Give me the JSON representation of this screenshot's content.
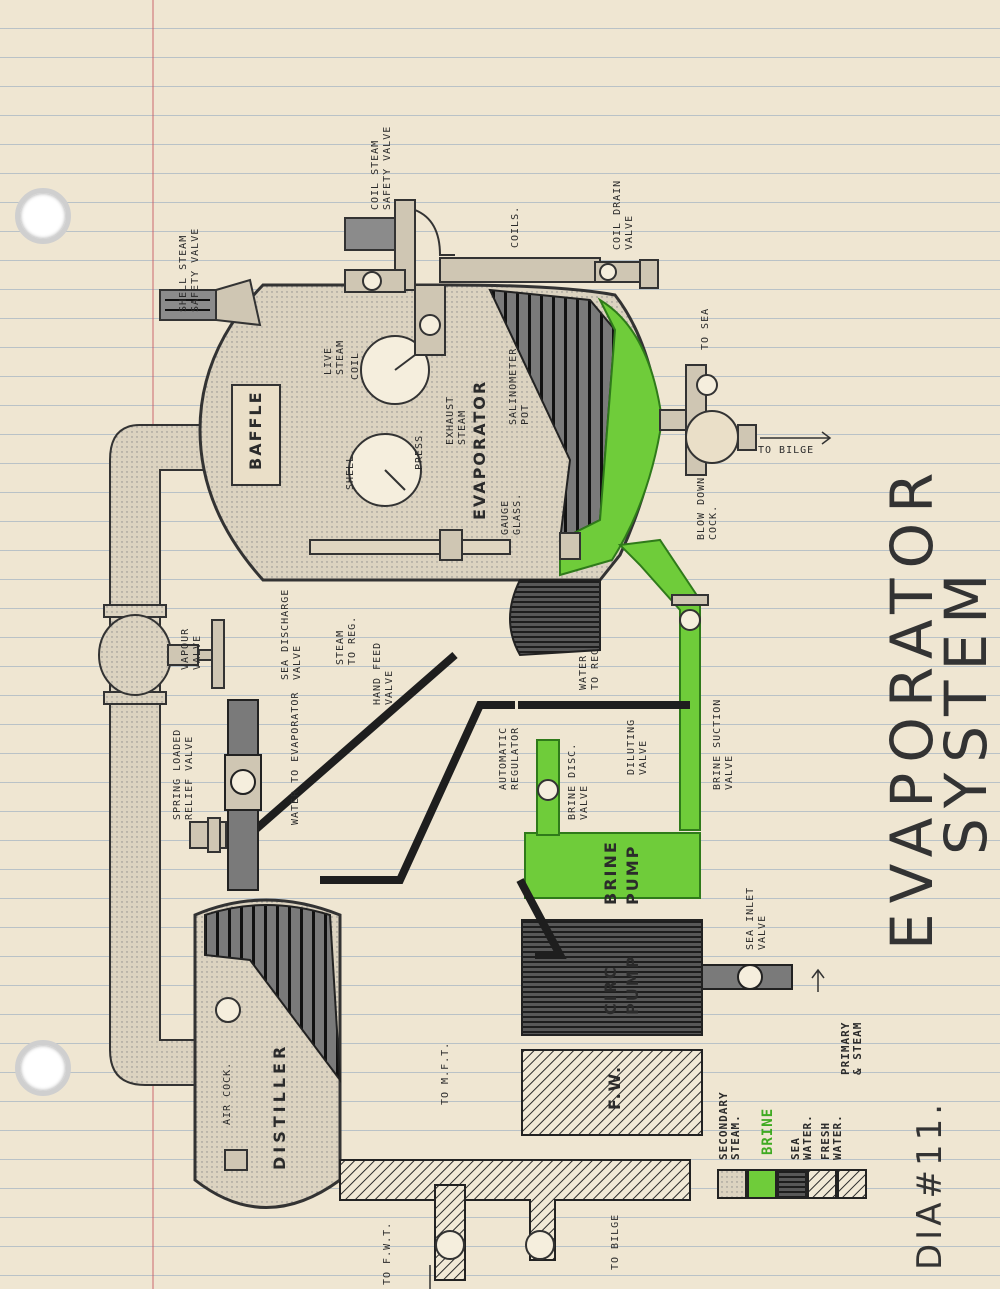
{
  "title": {
    "line1": "EVAPORATOR",
    "line2": "SYSTEM"
  },
  "diagram_number": "DIA#11.",
  "colors": {
    "brine": "#6fcc3a",
    "sea_water": "#2a2a2a",
    "paper": "#efe6d2",
    "rule_lines": "#789bb9"
  },
  "icons": [
    "gauge-icon",
    "valve-icon",
    "spring-relief-icon",
    "arrow-icon",
    "punch-hole"
  ],
  "labels": {
    "shell_steam_safety_valve": "SHELL STEAM\nSAFETY VALVE",
    "coil_steam_safety_valve": "COIL STEAM\nSAFETY VALVE",
    "coil_drain_valve": "COIL DRAIN\nVALVE",
    "coils": "COILS.",
    "live_steam": "LIVE\nSTEAM",
    "coil_gauge": "COIL",
    "press": "PRESS.",
    "exhaust_steam": "EXHAUST\nSTEAM",
    "shell_gauge": "SHELL",
    "evaporator": "EVAPORATOR",
    "salinometer_pot": "SALINOMETER\nPOT",
    "gauge_glass": "GAUGE\nGLASS.",
    "to_sea": "TO SEA",
    "to_bilge": "TO BILGE",
    "blow_down_cock": "BLOW DOWN\nCOCK.",
    "baffle": "BAFFLE",
    "vapour_valve": "VAPOUR\nVALVE",
    "sea_discharge_valve": "SEA DISCHARGE\nVALVE",
    "spring_loaded_relief_valve": "SPRING LOADED\nRELIEF VALVE",
    "steam_to_reg": "STEAM\nTO REG.",
    "hand_feed_valve": "HAND FEED\nVALVE",
    "water_to_evaporator": "WATER TO EVAPORATOR",
    "automatic_regulator": "AUTOMATIC\nREGULATOR",
    "water_to_reg": "WATER\nTO REG",
    "diluting_valve": "DILUTING\nVALVE",
    "brine_disc_valve": "BRINE DISC.\nVALVE",
    "brine_suction_valve": "BRINE SUCTION\nVALVE",
    "brine_pump": "BRINE\nPUMP",
    "circ_pump": "CIRC\nPUMP",
    "sea_inlet_valve": "SEA INLET\nVALVE",
    "fw": "F.W.",
    "distiller": "DISTILLER",
    "air_cock": "AIR COCK.",
    "to_mft": "TO M.F.T.",
    "to_fwt": "TO F.W.T.",
    "to_bilge_2": "TO BILGE"
  },
  "legend": [
    {
      "label": "SECONDARY\nSTEAM.",
      "swatch": "secondary"
    },
    {
      "label": "BRINE",
      "swatch": "brine"
    },
    {
      "label": "SEA\nWATER.",
      "swatch": "sea"
    },
    {
      "label": "FRESH\nWATER.",
      "swatch": "fresh"
    },
    {
      "label": "PRIMARY\n& STEAM",
      "swatch": "primary"
    }
  ]
}
